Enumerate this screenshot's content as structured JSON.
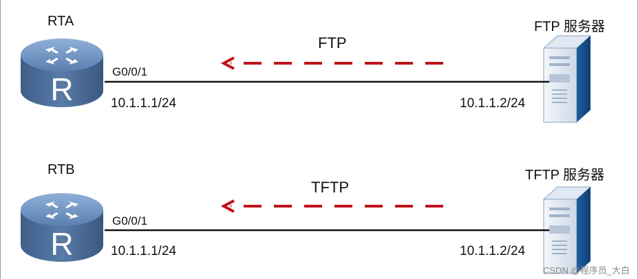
{
  "diagram": {
    "top": {
      "router_name": "RTA",
      "router_port": "G0/0/1",
      "router_ip": "10.1.1.1/24",
      "server_name": "FTP 服务器",
      "server_ip": "10.1.1.2/24",
      "protocol": "FTP"
    },
    "bottom": {
      "router_name": "RTB",
      "router_port": "G0/0/1",
      "router_ip": "10.1.1.1/24",
      "server_name": "TFTP 服务器",
      "server_ip": "10.1.1.2/24",
      "protocol": "TFTP"
    },
    "watermark": "CSDN @程序员_大白"
  },
  "colors": {
    "arrow": "#c0121a",
    "link": "#111111",
    "router_body": "#4f6f9a",
    "server_body": "#d9e3ef"
  }
}
